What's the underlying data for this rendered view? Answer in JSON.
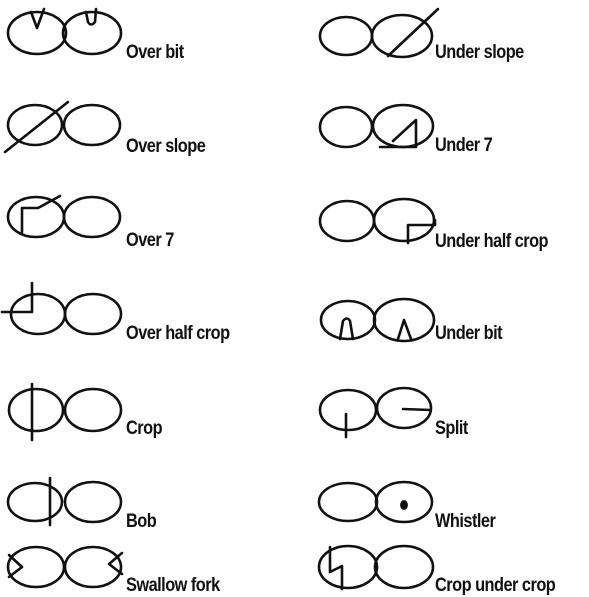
{
  "ink_color": "#111111",
  "marks": [
    {
      "id": "over-bit",
      "label": "Over bit"
    },
    {
      "id": "under-slope",
      "label": "Under slope"
    },
    {
      "id": "over-slope",
      "label": "Over slope"
    },
    {
      "id": "under-7",
      "label": "Under 7"
    },
    {
      "id": "over-7",
      "label": "Over 7"
    },
    {
      "id": "under-half-crop",
      "label": "Under half crop"
    },
    {
      "id": "over-half-crop",
      "label": "Over half crop"
    },
    {
      "id": "under-bit",
      "label": "Under bit"
    },
    {
      "id": "crop",
      "label": "Crop"
    },
    {
      "id": "split",
      "label": "Split"
    },
    {
      "id": "bob",
      "label": "Bob"
    },
    {
      "id": "whistler",
      "label": "Whistler"
    },
    {
      "id": "swallow-fork",
      "label": "Swallow fork"
    },
    {
      "id": "crop-under-crop",
      "label": "Crop under crop"
    }
  ]
}
